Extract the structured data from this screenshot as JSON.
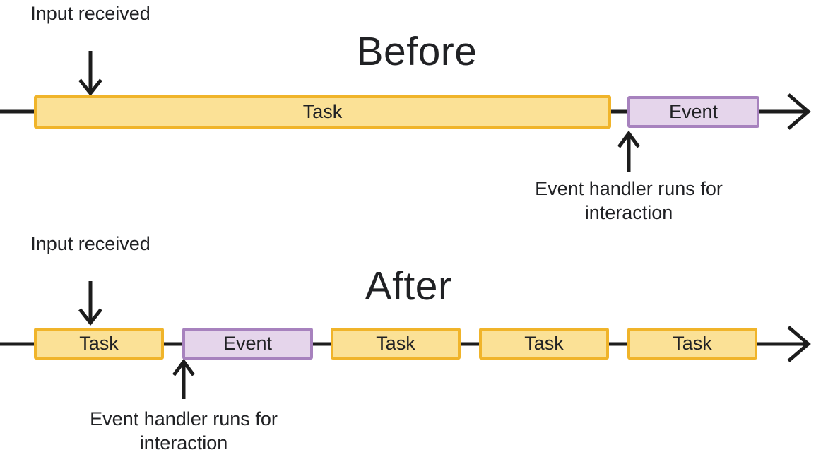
{
  "colors": {
    "task_fill": "#FBE196",
    "task_border": "#F0B42A",
    "event_fill": "#E5D5EB",
    "event_border": "#A782BE",
    "text": "#202124",
    "line": "#1C1C1C"
  },
  "before": {
    "title": "Before",
    "input_label": "Input received",
    "handler_label": "Event handler runs for interaction",
    "boxes": [
      {
        "label": "Task",
        "type": "task"
      },
      {
        "label": "Event",
        "type": "event"
      }
    ]
  },
  "after": {
    "title": "After",
    "input_label": "Input received",
    "handler_label": "Event handler runs for interaction",
    "boxes": [
      {
        "label": "Task",
        "type": "task"
      },
      {
        "label": "Event",
        "type": "event"
      },
      {
        "label": "Task",
        "type": "task"
      },
      {
        "label": "Task",
        "type": "task"
      },
      {
        "label": "Task",
        "type": "task"
      }
    ]
  }
}
